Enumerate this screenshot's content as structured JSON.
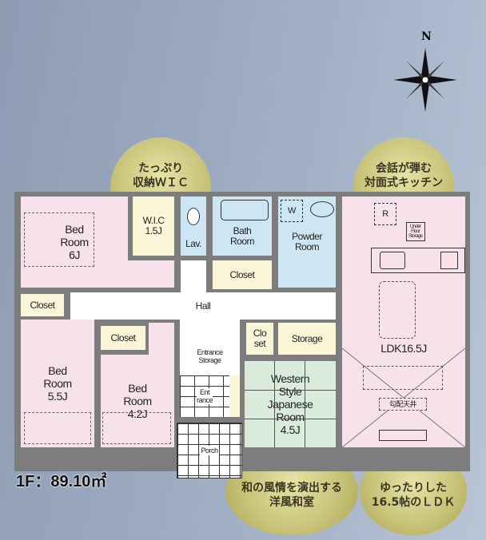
{
  "compass": {
    "north_label": "N"
  },
  "callouts": {
    "wic": [
      "たっぷり",
      "収納ＷＩＣ"
    ],
    "kitchen": [
      "会話が弾む",
      "対面式キッチン"
    ],
    "japanese": [
      "和の風情を演出する",
      "洋風和室"
    ],
    "ldk": [
      "ゆったりした",
      "16.5帖のＬＤＫ"
    ]
  },
  "floor_area": "1F：89.10㎡",
  "rooms": {
    "bed6": [
      "Bed",
      "Room",
      "6J"
    ],
    "wic": [
      "W.I.C",
      "1.5J"
    ],
    "lav": "Lav.",
    "bath": [
      "Bath",
      "Room"
    ],
    "powder": [
      "Powder",
      "Room"
    ],
    "washer": "W",
    "fridge": "R",
    "under_floor": [
      "Under",
      "Floor",
      "Storage"
    ],
    "ldk": "LDK16.5J",
    "sloped_ceiling": "勾配天井",
    "closet_hall": "Closet",
    "closet_left": "Closet",
    "closet_mid": "Closet",
    "hall": "Hall",
    "bed55": [
      "Bed",
      "Room",
      "5.5J"
    ],
    "bed42": [
      "Bed",
      "Room",
      "4.2J"
    ],
    "entrance_storage": [
      "Entrance",
      "Storage"
    ],
    "entrance": [
      "Ent",
      "rance"
    ],
    "porch": "Porch",
    "closet_small": [
      "Clo",
      "set"
    ],
    "storage": "Storage",
    "japanese": [
      "Western",
      "Style",
      "Japanese",
      "Room",
      "4.5J"
    ]
  }
}
